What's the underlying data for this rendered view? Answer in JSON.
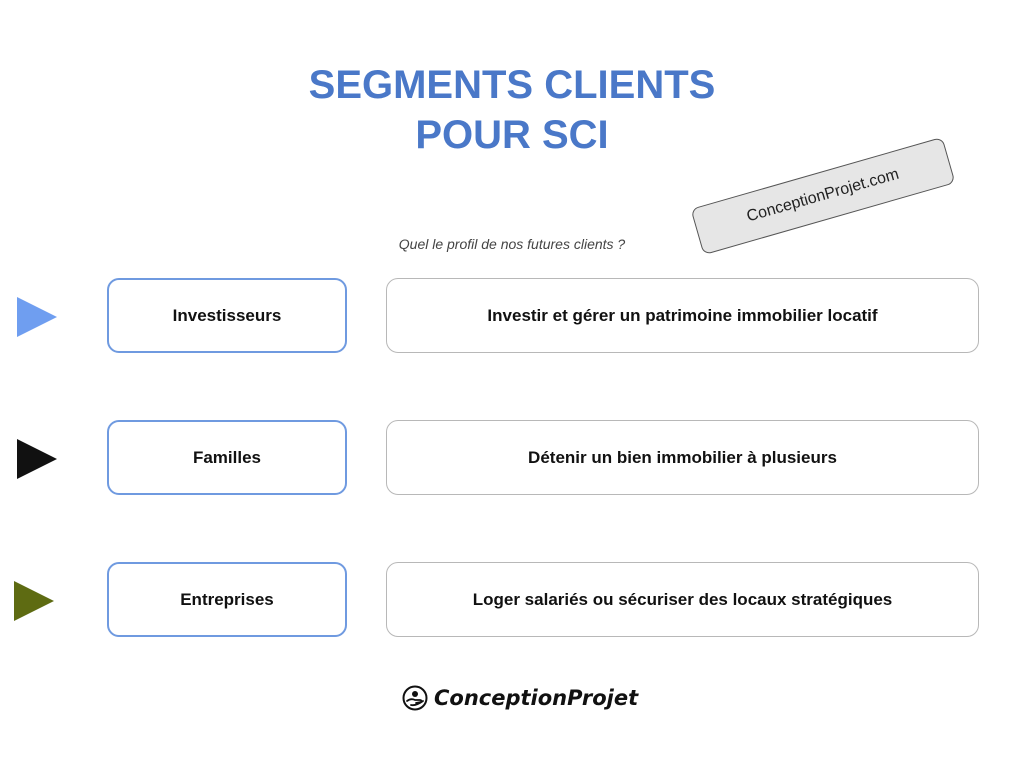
{
  "header": {
    "title_line1": "SEGMENTS CLIENTS",
    "title_line2": "POUR SCI",
    "subtitle": "Quel le profil de nos futures clients ?",
    "watermark": "ConceptionProjet.com"
  },
  "segments": [
    {
      "label": "Investisseurs",
      "description": "Investir et gérer un patrimoine immobilier locatif",
      "arrow_color": "#6f9ef0"
    },
    {
      "label": "Familles",
      "description": "Détenir un bien immobilier à plusieurs",
      "arrow_color": "#111111"
    },
    {
      "label": "Entreprises",
      "description": "Loger salariés ou sécuriser des locaux stratégiques",
      "arrow_color": "#5e6b12"
    }
  ],
  "footer": {
    "logo_text": "ConceptionProjet",
    "logo_icon": "hand-coin-icon"
  },
  "colors": {
    "title": "#4a78c8",
    "segment_border": "#6f9ae0",
    "description_border": "#b8b8b8"
  }
}
